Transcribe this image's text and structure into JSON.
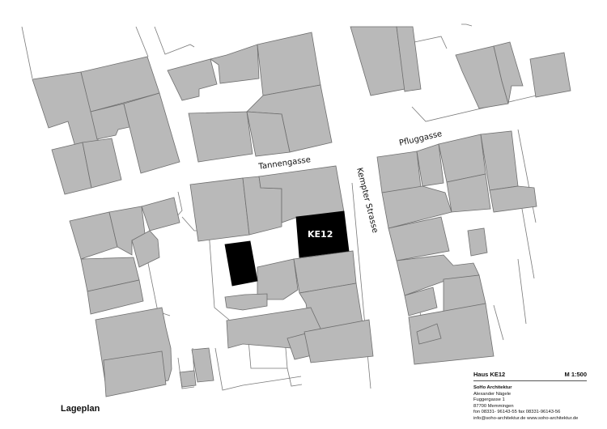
{
  "map": {
    "title": "Lageplan",
    "streets": [
      {
        "name": "Tannengasse"
      },
      {
        "name": "Kempter Strasse"
      },
      {
        "name": "Pfluggasse"
      }
    ],
    "highlight_label": "KE12",
    "colors": {
      "building_fill": "#b9b9b9",
      "building_outline": "#6e6e6e",
      "highlight_fill": "#000000",
      "background": "#ffffff"
    }
  },
  "title_block": {
    "project": "Haus KE12",
    "scale": "M 1:500",
    "firm": "SoHo Architektur",
    "person": "Alexander Nägele",
    "street": "Fuggergasse 1",
    "city": "87700 Memmingen",
    "phone_fax": "fon 08331- 96143-55  fax 08331-96143-56",
    "email_web": "info@soho-architektur.de   www.soho-architektur.de"
  }
}
